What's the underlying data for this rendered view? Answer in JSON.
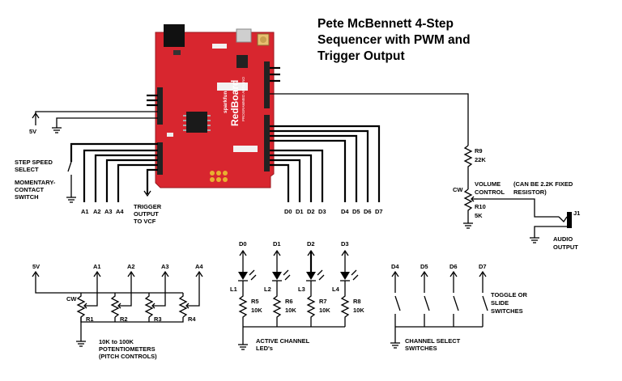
{
  "title": {
    "line1": "Pete McBennett 4-Step",
    "line2": "Sequencer with PWM and",
    "line3": "Trigger Output"
  },
  "board": {
    "brand": "sparkfun",
    "name": "RedBoard",
    "subtitle": "PROGRAMMED ARDUINO",
    "color": "#d8262f"
  },
  "power": {
    "v5": "5V"
  },
  "step_speed": {
    "line1": "STEP SPEED",
    "line2": "SELECT"
  },
  "momentary": {
    "line1": "MOMENTARY-",
    "line2": "CONTACT",
    "line3": "SWITCH"
  },
  "analog_pins": [
    "A1",
    "A2",
    "A3",
    "A4"
  ],
  "trigger": {
    "line1": "TRIGGER",
    "line2": "OUTPUT",
    "line3": "TO VCF"
  },
  "digital_low": [
    "D0",
    "D1",
    "D2",
    "D3"
  ],
  "digital_high": [
    "D4",
    "D5",
    "D6",
    "D7"
  ],
  "r9": {
    "name": "R9",
    "value": "22K"
  },
  "cw": "CW",
  "volume": {
    "line1": "VOLUME",
    "line2": "CONTROL"
  },
  "fixed": {
    "line1": "(CAN BE 2.2K FIXED",
    "line2": "RESISTOR)"
  },
  "r10": {
    "name": "R10",
    "value": "5K"
  },
  "jack": "J1",
  "audio": {
    "line1": "AUDIO",
    "line2": "OUTPUT"
  },
  "pots": {
    "v5": "5V",
    "cw": "CW",
    "pins": [
      "A1",
      "A2",
      "A3",
      "A4"
    ],
    "names": [
      "R1",
      "R2",
      "R3",
      "R4"
    ],
    "caption1": "10K to 100K",
    "caption2": "POTENTIOMETERS",
    "caption3": "(PITCH CONTROLS)"
  },
  "leds": {
    "pins": [
      "D0",
      "D1",
      "D2",
      "D3"
    ],
    "names": [
      "L1",
      "L2",
      "L3",
      "L4"
    ],
    "resistors": [
      "R5",
      "R6",
      "R7",
      "R8"
    ],
    "values": [
      "10K",
      "10K",
      "10K",
      "10K"
    ],
    "caption1": "ACTIVE CHANNEL",
    "caption2": "LED's"
  },
  "switches": {
    "pins": [
      "D4",
      "D5",
      "D6",
      "D7"
    ],
    "toggle1": "TOGGLE OR",
    "toggle2": "SLIDE",
    "toggle3": "SWITCHES",
    "caption1": "CHANNEL SELECT",
    "caption2": "SWITCHES"
  }
}
